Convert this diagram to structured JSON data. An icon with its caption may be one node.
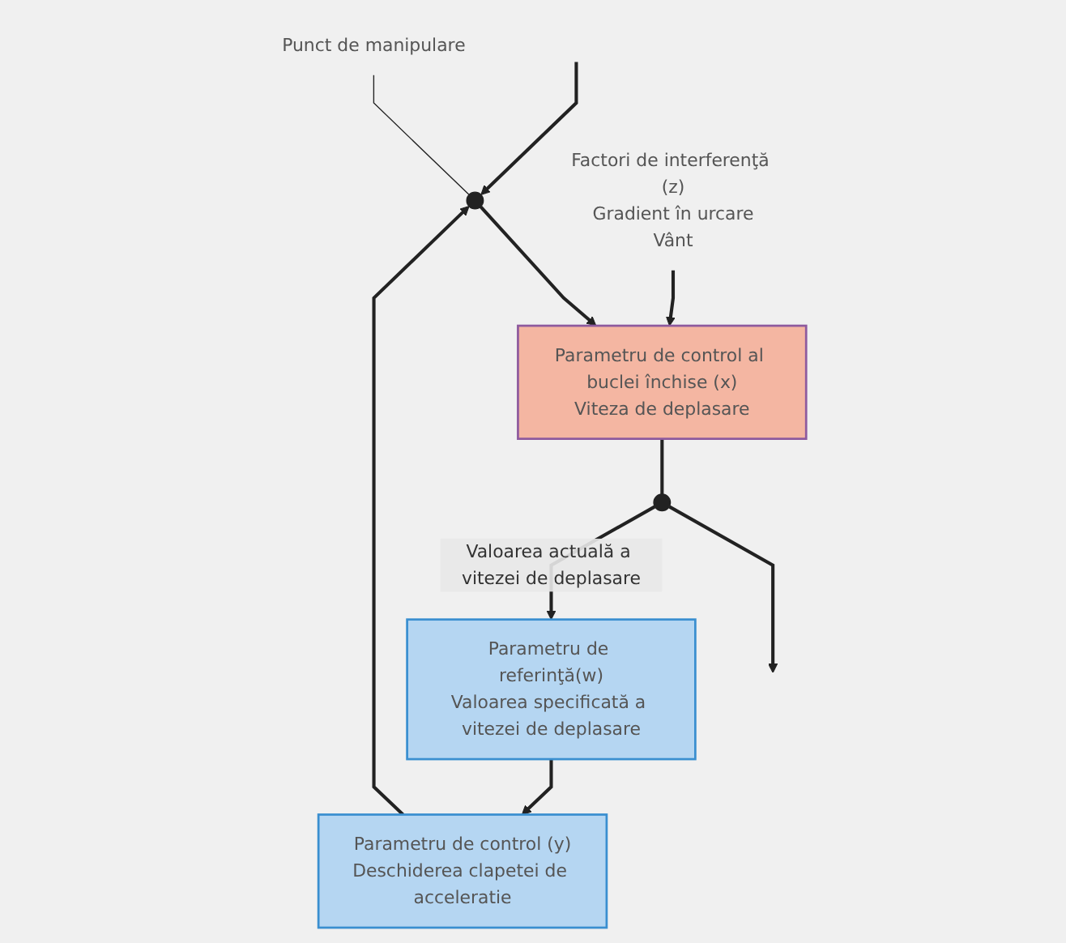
{
  "diagram": {
    "nodes": [
      {
        "text": [
          "Punct de manipulare"
        ]
      },
      {
        "text": [],
        "shape": "circle"
      },
      {
        "text": [
          "Parametru de control al buclei închise (x)",
          "Viteza de deplasare"
        ]
      },
      {
        "text": [],
        "shape": "circle"
      },
      {
        "text": [
          "Parametru de control (y)",
          "Deschiderea clapetei de acceleratie"
        ]
      },
      {
        "text": [
          "Parametru de referinţă(w)",
          "Valoarea specificată a vitezei de deplasare"
        ]
      },
      {
        "text": [
          "Factori de interferenţă (z)",
          "Gradient în urcare",
          "Vânt"
        ]
      }
    ],
    "edges": [
      {
        "from": null,
        "to": 1,
        "arrow": "to"
      },
      {
        "from": 0,
        "to": 1,
        "arrow": "none"
      },
      {
        "from": 1,
        "to": 2,
        "arrow": "to"
      },
      {
        "from": 2,
        "to": 3,
        "arrow": "none"
      },
      {
        "from": 3,
        "to": null,
        "arrow": "to"
      },
      {
        "from": 4,
        "to": 1,
        "arrow": "to"
      },
      {
        "from": 5,
        "to": 4,
        "arrow": "to"
      },
      {
        "from": 6,
        "to": 2,
        "arrow": "to"
      },
      {
        "from": 3,
        "to": 5,
        "label": "Valoarea actuală a vitezei de deplasare",
        "arrow": "to"
      }
    ]
  }
}
